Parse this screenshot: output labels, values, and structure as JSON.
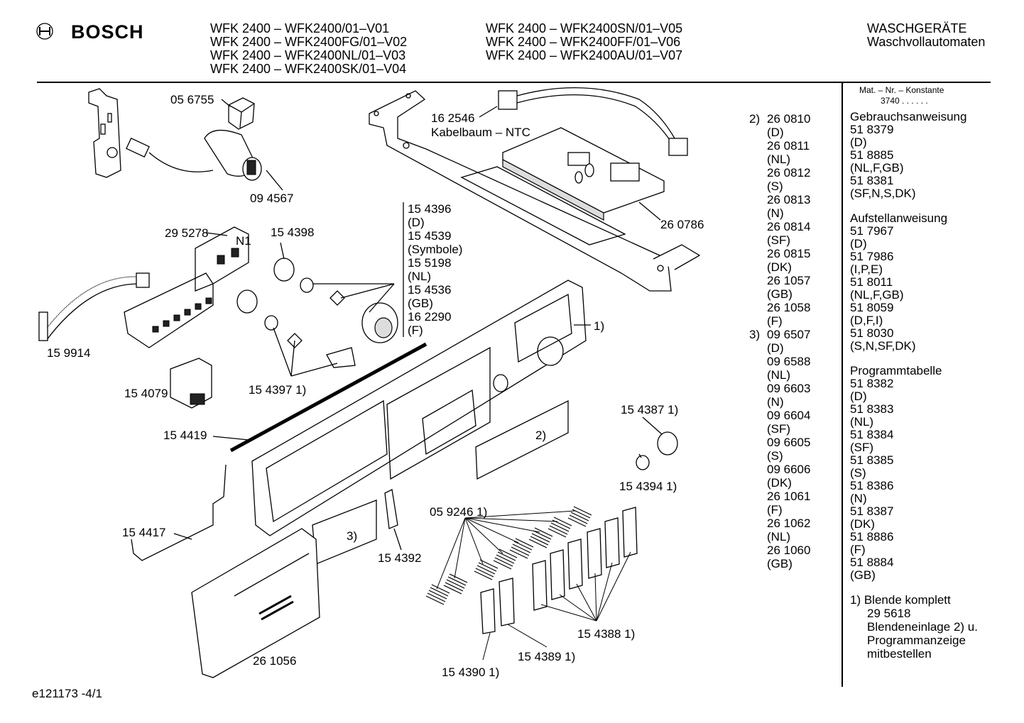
{
  "header": {
    "brand": "BOSCH",
    "models_col1": [
      "WFK 2400 – WFK2400/01–V01",
      "WFK 2400 – WFK2400FG/01–V02",
      "WFK 2400 – WFK2400NL/01–V03",
      "WFK 2400 – WFK2400SK/01–V04"
    ],
    "models_col2": [
      "WFK 2400 – WFK2400SN/01–V05",
      "WFK 2400 – WFK2400FF/01–V06",
      "WFK 2400 – WFK2400AU/01–V07"
    ],
    "category": "WASCHGERÄTE",
    "subcategory": "Waschvollautomaten"
  },
  "labels": {
    "p056755": "05 6755",
    "p094567": "09 4567",
    "p162546": "16 2546",
    "kabelbaum": "Kabelbaum – NTC",
    "p260786": "26 0786",
    "p295278": "29 5278",
    "n1": "N1",
    "p154398": "15 4398",
    "p159914": "15 9914",
    "p154079": "15 4079",
    "p154397": "15 4397 1)",
    "p154419": "15 4419",
    "p154417": "15 4417",
    "p154392": "15 4392",
    "p261056": "26 1056",
    "p059246": "05 9246 1)",
    "p154387": "15 4387 1)",
    "p154394": "15 4394 1)",
    "p154388": "15 4388 1)",
    "p154389": "15 4389 1)",
    "p154390": "15 4390 1)",
    "ref1": "1)",
    "ref2": "2)",
    "ref3": "3)",
    "footer_code": "e121173 -4/1"
  },
  "knob_list": [
    "15 4396",
    "(D)",
    "15 4539",
    "(Symbole)",
    "15 5198",
    "(NL)",
    "15 4536",
    "(GB)",
    "16 2290",
    "(F)"
  ],
  "ref_list": [
    {
      "prefix": "2)",
      "text": "26 0810"
    },
    {
      "prefix": "",
      "text": "(D)"
    },
    {
      "prefix": "",
      "text": "26 0811"
    },
    {
      "prefix": "",
      "text": "(NL)"
    },
    {
      "prefix": "",
      "text": "26 0812"
    },
    {
      "prefix": "",
      "text": "(S)"
    },
    {
      "prefix": "",
      "text": "26 0813"
    },
    {
      "prefix": "",
      "text": "(N)"
    },
    {
      "prefix": "",
      "text": "26 0814"
    },
    {
      "prefix": "",
      "text": "(SF)"
    },
    {
      "prefix": "",
      "text": "26 0815"
    },
    {
      "prefix": "",
      "text": "(DK)"
    },
    {
      "prefix": "",
      "text": "26 1057"
    },
    {
      "prefix": "",
      "text": "(GB)"
    },
    {
      "prefix": "",
      "text": "26 1058"
    },
    {
      "prefix": "",
      "text": "(F)"
    },
    {
      "prefix": "3)",
      "text": "09 6507"
    },
    {
      "prefix": "",
      "text": "(D)"
    },
    {
      "prefix": "",
      "text": "09 6588"
    },
    {
      "prefix": "",
      "text": "(NL)"
    },
    {
      "prefix": "",
      "text": "09 6603"
    },
    {
      "prefix": "",
      "text": "(N)"
    },
    {
      "prefix": "",
      "text": "09 6604"
    },
    {
      "prefix": "",
      "text": "(SF)"
    },
    {
      "prefix": "",
      "text": "09 6605"
    },
    {
      "prefix": "",
      "text": "(S)"
    },
    {
      "prefix": "",
      "text": "09 6606"
    },
    {
      "prefix": "",
      "text": "(DK)"
    },
    {
      "prefix": "",
      "text": "26 1061"
    },
    {
      "prefix": "",
      "text": "(F)"
    },
    {
      "prefix": "",
      "text": "26 1062"
    },
    {
      "prefix": "",
      "text": "(NL)"
    },
    {
      "prefix": "",
      "text": "26 1060"
    },
    {
      "prefix": "",
      "text": "(GB)"
    }
  ],
  "sidebar": {
    "mat_nr": "Mat. – Nr. – Konstante",
    "konstante": "3740 . .  . . . .",
    "sections": [
      {
        "title": "Gebrauchsanweisung",
        "lines": [
          "51 8379",
          "(D)",
          "51 8885",
          "(NL,F,GB)",
          "51 8381",
          "(SF,N,S,DK)"
        ]
      },
      {
        "title": "Aufstellanweisung",
        "lines": [
          "51 7967",
          "(D)",
          "51 7986",
          "(I,P,E)",
          "51 8011",
          "(NL,F,GB)",
          "51 8059",
          "(D,F,I)",
          "51 8030",
          "(S,N,SF,DK)"
        ]
      },
      {
        "title": "Programmtabelle",
        "lines": [
          "51 8382",
          "(D)",
          "51 8383",
          "(NL)",
          "51 8384",
          "(SF)",
          "51 8385",
          "(S)",
          "51 8386",
          "(N)",
          "51 8387",
          "(DK)",
          "51 8886",
          "(F)",
          "51 8884",
          "(GB)"
        ]
      }
    ],
    "note": [
      "1)  Blende komplett",
      "29 5618",
      "Blendeneinlage 2) u.",
      "Programmanzeige",
      "mitbestellen"
    ]
  }
}
